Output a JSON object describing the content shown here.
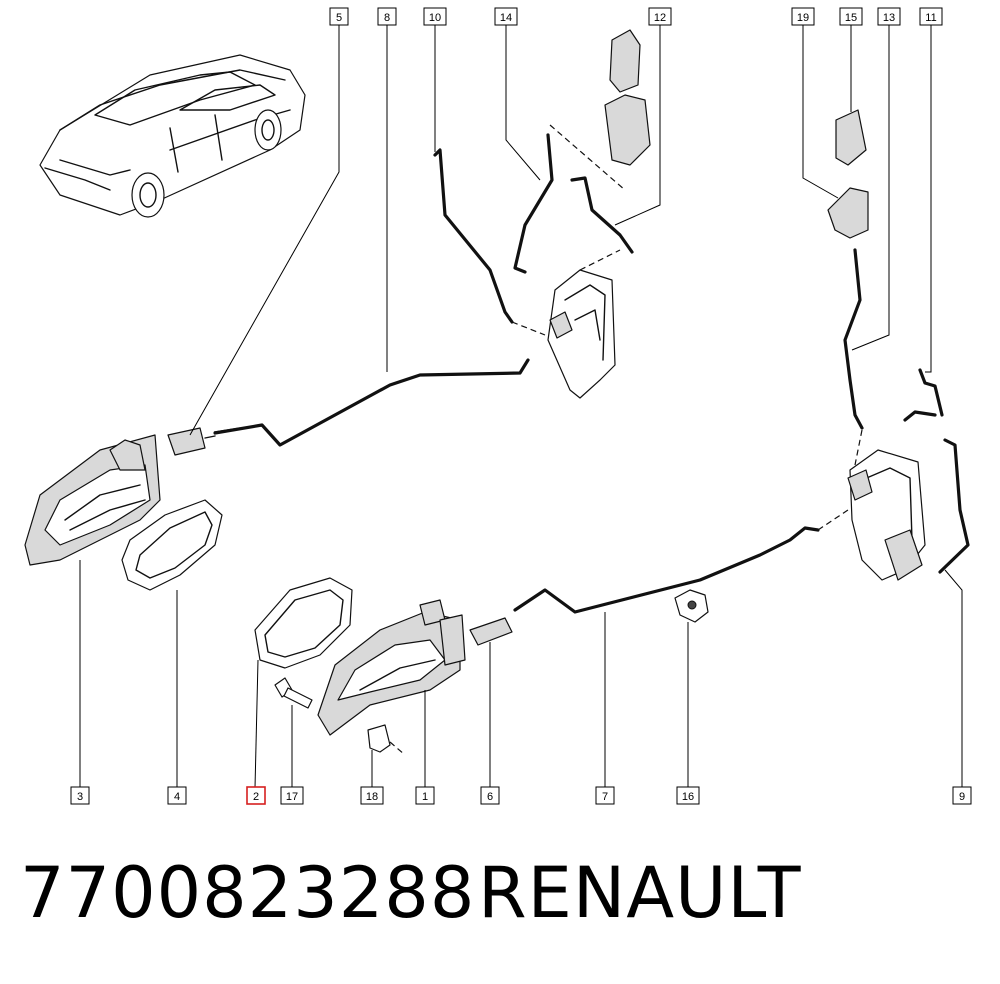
{
  "callouts": {
    "c1": "1",
    "c2": "2",
    "c3": "3",
    "c4": "4",
    "c5": "5",
    "c6": "6",
    "c7": "7",
    "c8": "8",
    "c9": "9",
    "c10": "10",
    "c11": "11",
    "c12": "12",
    "c13": "13",
    "c14": "14",
    "c15": "15",
    "c16": "16",
    "c17": "17",
    "c18": "18",
    "c19": "19"
  },
  "highlighted_callout": "2",
  "footer": {
    "part_number": "7700823288",
    "brand": "RENAULT"
  },
  "colors": {
    "line": "#111111",
    "highlight": "#d61f1f",
    "background": "#ffffff"
  }
}
